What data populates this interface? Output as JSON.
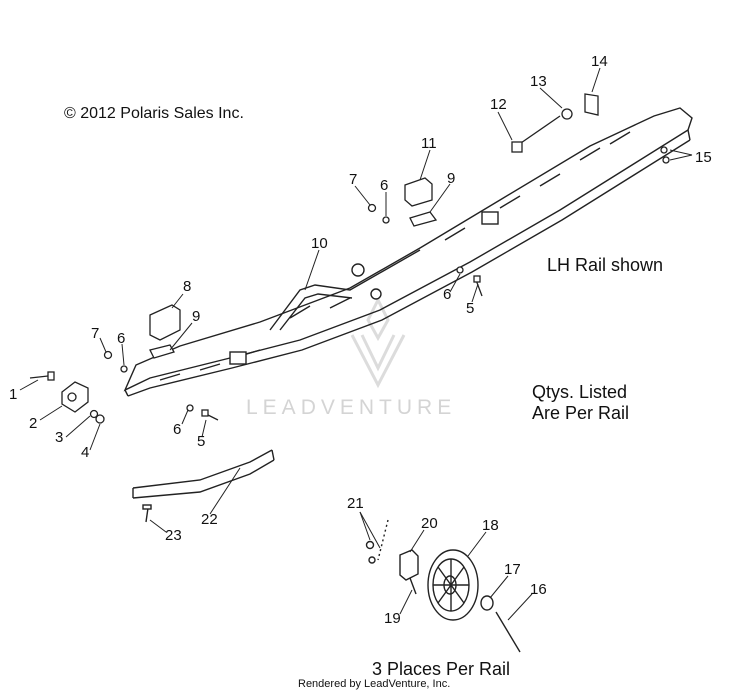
{
  "copyright": "© 2012 Polaris Sales Inc.",
  "side_note": "LH Rail shown",
  "qty_note_line1": "Qtys. Listed",
  "qty_note_line2": "Are Per Rail",
  "places_note": "3 Places Per Rail",
  "rendered_by": "Rendered by LeadVenture, Inc.",
  "watermark": "LEADVENTURE",
  "callouts": [
    "1",
    "2",
    "3",
    "4",
    "5",
    "6",
    "7",
    "8",
    "9",
    "10",
    "11",
    "12",
    "13",
    "14",
    "15",
    "16",
    "17",
    "18",
    "19",
    "20",
    "21",
    "22",
    "23"
  ]
}
